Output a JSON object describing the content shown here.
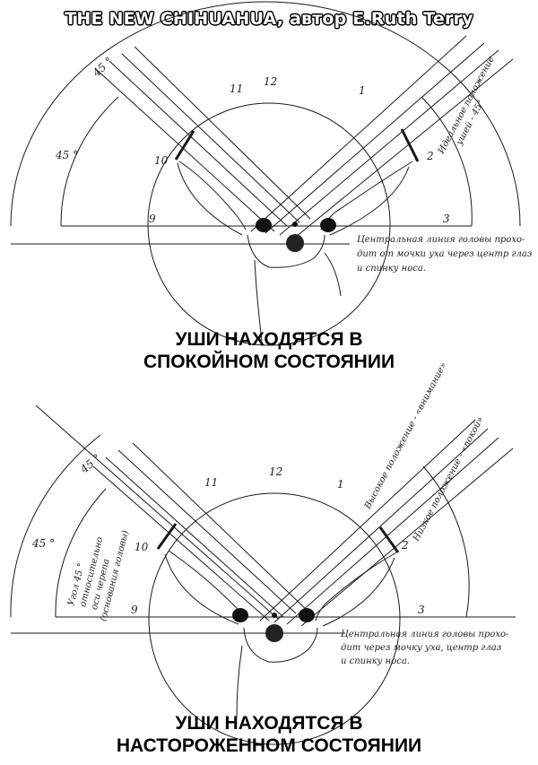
{
  "header": {
    "title": "THE NEW CHIHUAHUA, автор E.Ruth Terry"
  },
  "top_diagram": {
    "clock_labels": {
      "n12": "12",
      "n11": "11",
      "n1": "1",
      "n10": "10",
      "n2": "2",
      "n9": "9",
      "n3": "3"
    },
    "angle_outer": "45 °",
    "angle_inner": "45 °",
    "ideal_note": [
      "Идеальное положение",
      "ушей - 45°"
    ],
    "center_note": [
      "Центральная линия головы прохо-",
      "дит от мочки уха через центр глаз",
      "и спинку носа."
    ],
    "caption": [
      "УШИ НАХОДЯТСЯ В",
      "СПОКОЙНОМ СОСТОЯНИИ"
    ]
  },
  "bottom_diagram": {
    "clock_labels": {
      "n12": "12",
      "n11": "11",
      "n1": "1",
      "n10": "10",
      "n2": "2",
      "n9": "9",
      "n3": "3"
    },
    "angle_outer": "45 °",
    "angle_inner": "45 °",
    "high_note": "Высокое положение - «внимание»",
    "low_note": "Низкое положение - «покой»",
    "skull_note": [
      "Угол 45 °",
      "относительно",
      "оси черепа",
      "(основания головы)"
    ],
    "center_note": [
      "Центральная линия головы прохо-",
      "дит через мочку уха, центр глаз",
      "и спинку носа."
    ],
    "caption": [
      "УШИ НАХОДЯТСЯ В",
      "НАСТОРОЖЕННОМ СОСТОЯНИИ"
    ]
  }
}
